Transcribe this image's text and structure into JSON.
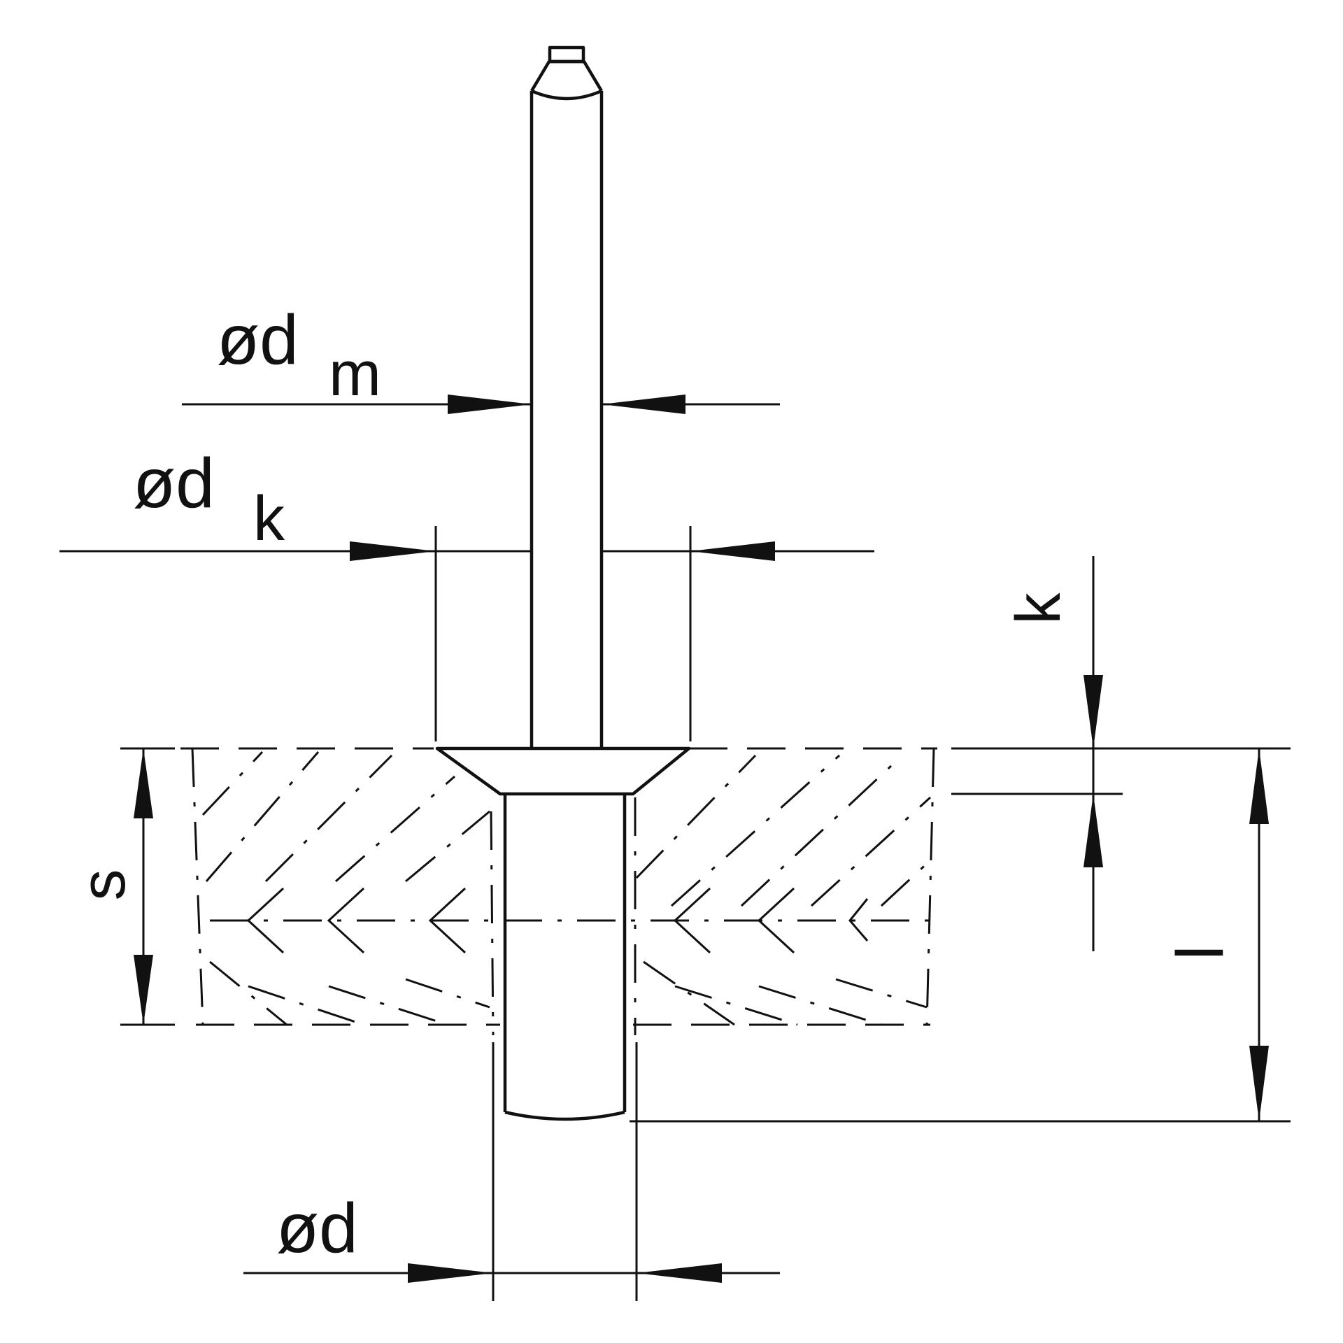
{
  "diagram": {
    "labels": {
      "dm": "ød",
      "dm_sub": "m",
      "dk": "ød",
      "dk_sub": "k",
      "k": "k",
      "s": "s",
      "l": "l",
      "d": "ød"
    },
    "colors": {
      "ink": "#111111",
      "background": "#ffffff"
    }
  }
}
